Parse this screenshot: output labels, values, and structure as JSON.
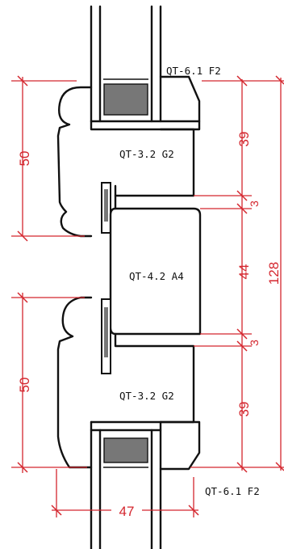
{
  "colors": {
    "outline": "#111111",
    "dimension": "#d4262e",
    "glass_fill": "#777777",
    "background": "#ffffff"
  },
  "profiles": {
    "top_frame": "QT-6.1 F2",
    "upper_sash": "QT-3.2 G2",
    "middle_sash": "QT-4.2 A4",
    "lower_sash": "QT-3.2 G2",
    "bottom_frame": "QT-6.1 F2"
  },
  "dimensions": {
    "left_upper": "50",
    "left_lower": "50",
    "right_top": "39",
    "right_gap_upper": "3",
    "right_middle": "44",
    "right_gap_lower": "3",
    "right_bottom": "39",
    "overall": "128",
    "bottom_width": "47"
  }
}
